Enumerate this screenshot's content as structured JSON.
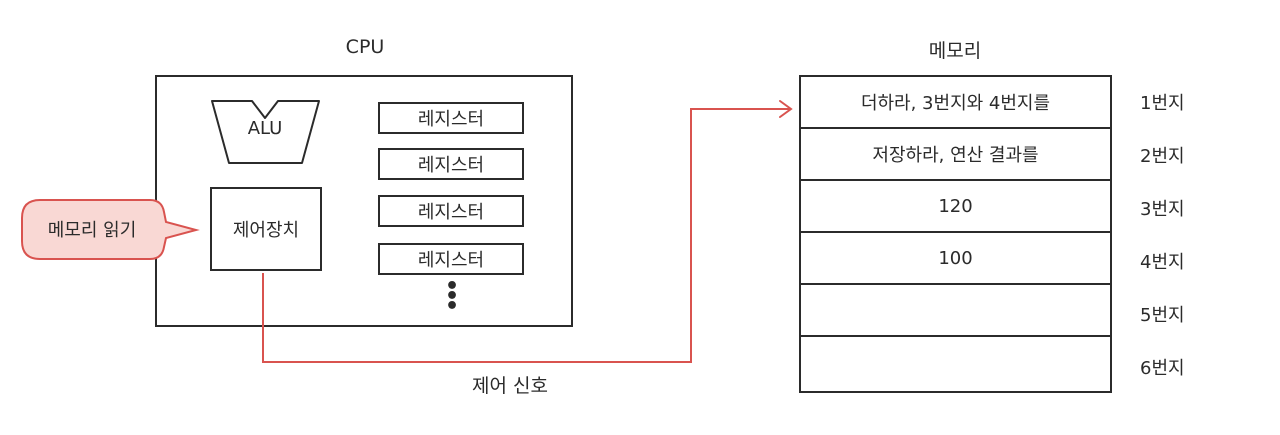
{
  "cpu": {
    "title": "CPU",
    "alu_label": "ALU",
    "control_unit_label": "제어장치",
    "registers": [
      "레지스터",
      "레지스터",
      "레지스터",
      "레지스터"
    ],
    "more_indicator": "⋮"
  },
  "callout": {
    "text": "메모리 읽기",
    "fill_color": "#f9d8d4",
    "stroke_color": "#d9534f"
  },
  "signal": {
    "label": "제어 신호",
    "line_color": "#d9534f"
  },
  "memory": {
    "title": "메모리",
    "cells": [
      "더하라, 3번지와 4번지를",
      "저장하라, 연산 결과를",
      "120",
      "100",
      "",
      ""
    ],
    "addresses": [
      "1번지",
      "2번지",
      "3번지",
      "4번지",
      "5번지",
      "6번지"
    ]
  }
}
